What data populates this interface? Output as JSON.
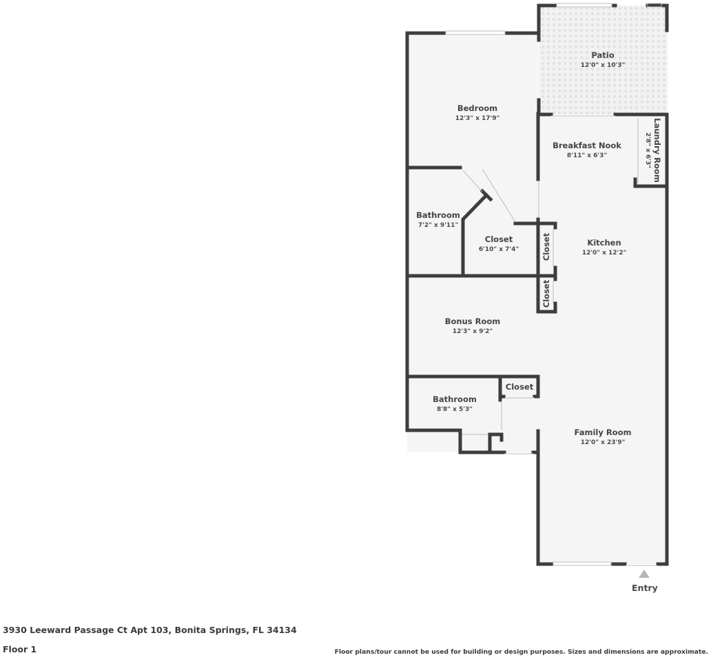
{
  "floorplan": {
    "rooms": [
      {
        "id": "patio",
        "name": "Patio",
        "dimensions": "12'0\" x 10'3\""
      },
      {
        "id": "bedroom",
        "name": "Bedroom",
        "dimensions": "12'3\" x 17'9\""
      },
      {
        "id": "breakfast-nook",
        "name": "Breakfast Nook",
        "dimensions": "8'11\" x 6'3\""
      },
      {
        "id": "laundry-room",
        "name": "Laundry Room",
        "dimensions": "2'8\" x 6'3\""
      },
      {
        "id": "bathroom-1",
        "name": "Bathroom",
        "dimensions": "7'2\" x 9'11\""
      },
      {
        "id": "closet-1",
        "name": "Closet",
        "dimensions": "6'10\" x 7'4\""
      },
      {
        "id": "kitchen",
        "name": "Kitchen",
        "dimensions": "12'0\" x 12'2\""
      },
      {
        "id": "closet-2",
        "name": "Closet",
        "dimensions": ""
      },
      {
        "id": "closet-3",
        "name": "Closet",
        "dimensions": ""
      },
      {
        "id": "bonus-room",
        "name": "Bonus Room",
        "dimensions": "12'3\" x 9'2\""
      },
      {
        "id": "closet-4",
        "name": "Closet",
        "dimensions": ""
      },
      {
        "id": "bathroom-2",
        "name": "Bathroom",
        "dimensions": "8'8\" x 5'3\""
      },
      {
        "id": "family-room",
        "name": "Family Room",
        "dimensions": "12'0\" x 23'9\""
      }
    ],
    "entry_label": "Entry",
    "colors": {
      "wall": "#3d3d3d",
      "floor": "#f5f5f5",
      "patio": "#ededed",
      "entry_marker": "#b5b5b5"
    }
  },
  "footer": {
    "address": "3930 Leeward Passage Ct Apt 103, Bonita Springs, FL 34134",
    "floor": "Floor 1",
    "disclaimer": "Floor plans/tour cannot be used for building or design purposes. Sizes and dimensions are approximate."
  }
}
